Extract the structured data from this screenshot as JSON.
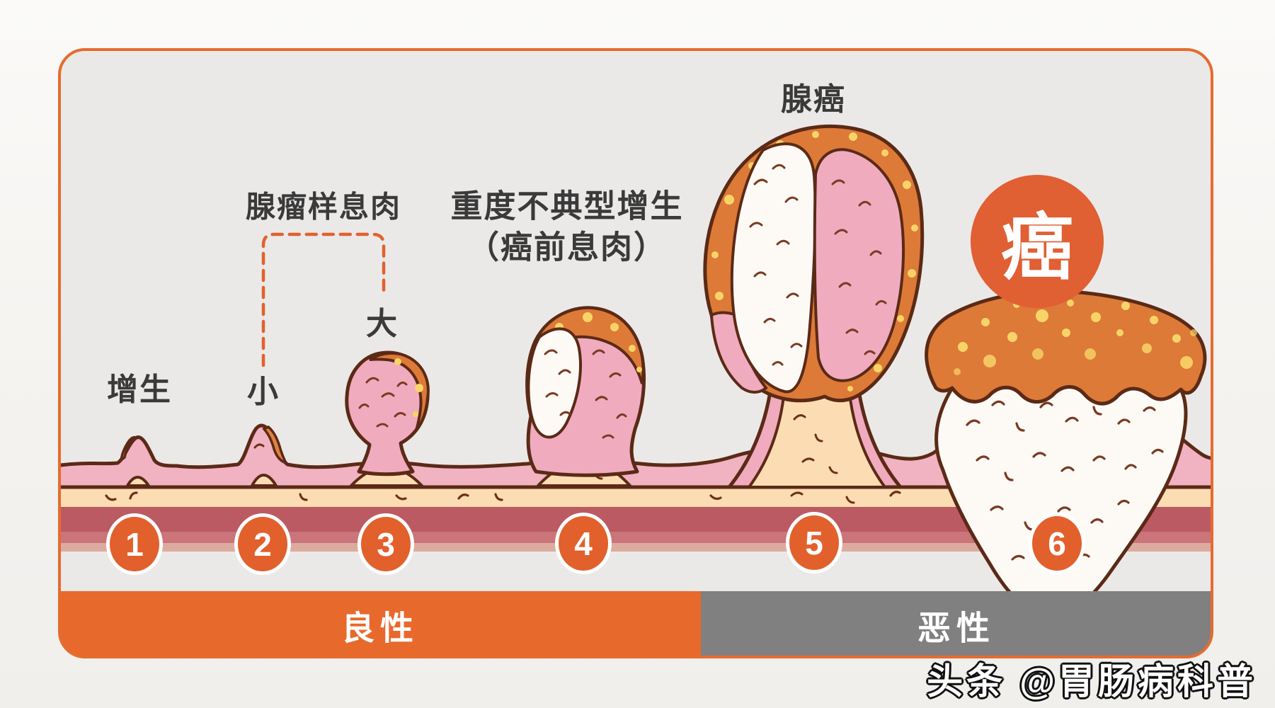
{
  "title_context": "colon polyp to cancer progression illustration",
  "labels": {
    "hyperplasia": "增生",
    "small": "小",
    "large": "大",
    "adenomatous_polyp": "腺瘤样息肉",
    "severe_dysplasia": "重度不典型增生",
    "precancerous_polyp": "（癌前息肉）",
    "adenocarcinoma": "腺癌",
    "cancer": "癌"
  },
  "stage_markers": [
    {
      "label": "1"
    },
    {
      "label": "2"
    },
    {
      "label": "3"
    },
    {
      "label": "4"
    },
    {
      "label": "5"
    },
    {
      "label": "6"
    }
  ],
  "legend": {
    "benign": "良性",
    "malignant": "恶性"
  },
  "watermark": {
    "text": "头条 @胃肠病科普"
  },
  "colors": {
    "benign_bar": "#e8692c",
    "malignant_bar": "#808080",
    "card_border": "#e66b30",
    "card_background": "#ebe9e7",
    "marker_fill": "#e2602c",
    "cancer_badge": "#e05f33",
    "mucosa_pink": "#f1b2c2",
    "submucosa_cream": "#fbdcb3",
    "muscle_maroon": "#bc5a64",
    "muscle_rose": "#cb7479",
    "muscle_pale": "#dcab9f",
    "polyp_cap_orange": "#dd7a38",
    "cap_dots_yellow": "#f8d468",
    "outline_brown": "#5b2a16",
    "label_text": "#3a3a3a"
  }
}
